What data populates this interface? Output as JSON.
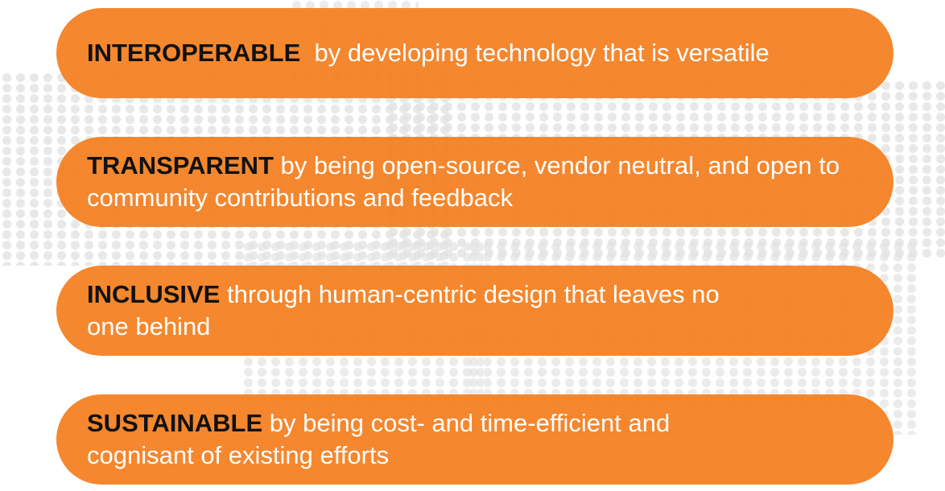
{
  "principles": [
    {
      "keyword": "INTEROPERABLE",
      "description": "  by developing technology that is versatile"
    },
    {
      "keyword": "TRANSPARENT",
      "description": " by being open-source, vendor neutral, and open to community contributions and feedback"
    },
    {
      "keyword": "INCLUSIVE",
      "description": " through human-centric design that leaves no one behind"
    },
    {
      "keyword": "SUSTAINABLE",
      "description": " by being cost- and time-efficient and cognisant of existing efforts"
    }
  ],
  "colors": {
    "pill": "#F47E1E",
    "keyword": "#111111",
    "text": "#FFFFFF"
  }
}
